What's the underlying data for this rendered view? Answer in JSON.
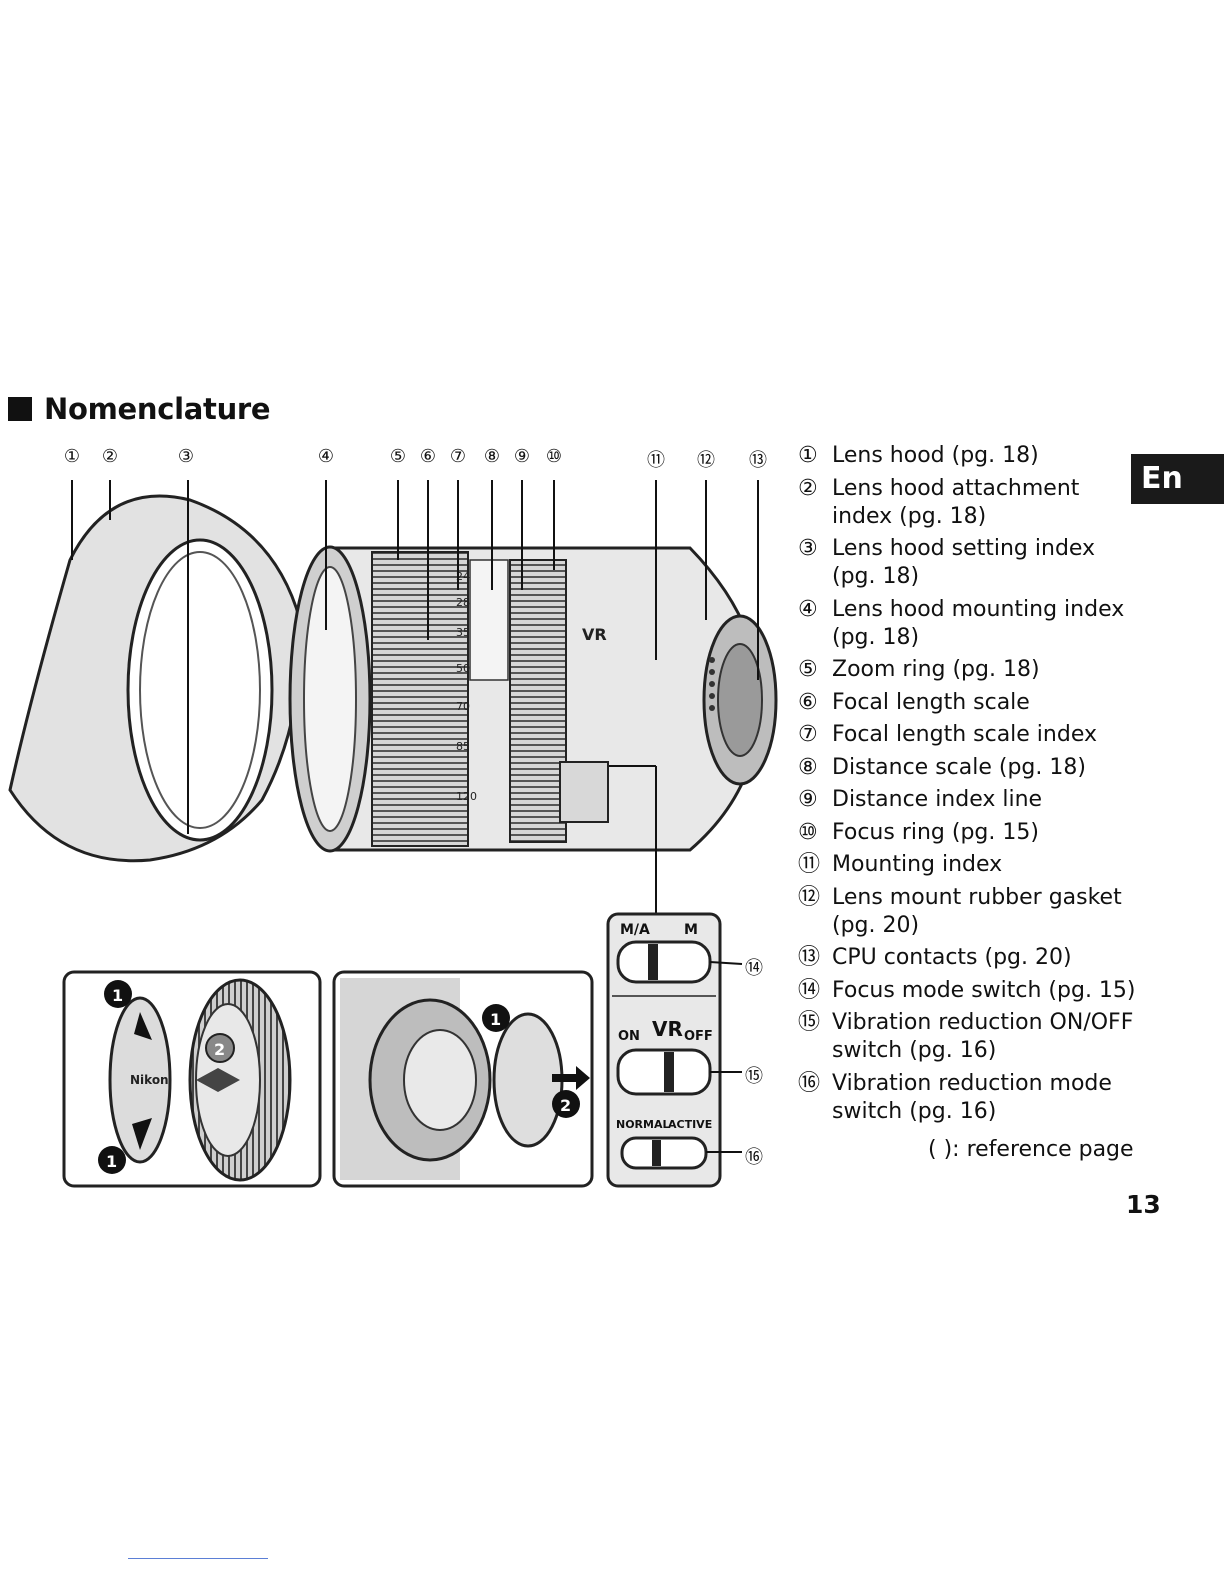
{
  "heading": "Nomenclature",
  "language_tab": "En",
  "callout_labels": [
    "①",
    "②",
    "③",
    "④",
    "⑤",
    "⑥",
    "⑦",
    "⑧",
    "⑨",
    "⑩",
    "⑪",
    "⑫",
    "⑬",
    "⑭",
    "⑮",
    "⑯"
  ],
  "figure": {
    "lens_labels": [
      "VR",
      "120",
      "85",
      "70",
      "50",
      "35",
      "28",
      "24"
    ],
    "switch_panel": {
      "focus_mode": [
        "M/A",
        "M"
      ],
      "vr_label": "VR",
      "vr_on_off": [
        "ON",
        "OFF"
      ],
      "vr_mode": [
        "NORMAL",
        "ACTIVE"
      ]
    },
    "cap_brand": "Nikon",
    "step_markers": [
      "1",
      "2"
    ]
  },
  "items": [
    {
      "num": "①",
      "text": "Lens hood (pg. 18)"
    },
    {
      "num": "②",
      "text": "Lens hood attachment index (pg. 18)"
    },
    {
      "num": "③",
      "text": "Lens hood setting index (pg. 18)"
    },
    {
      "num": "④",
      "text": "Lens hood mounting index (pg. 18)"
    },
    {
      "num": "⑤",
      "text": "Zoom ring (pg. 18)"
    },
    {
      "num": "⑥",
      "text": "Focal length scale"
    },
    {
      "num": "⑦",
      "text": "Focal length scale index"
    },
    {
      "num": "⑧",
      "text": "Distance scale (pg. 18)"
    },
    {
      "num": "⑨",
      "text": "Distance index line"
    },
    {
      "num": "⑩",
      "text": "Focus ring (pg. 15)"
    },
    {
      "num": "⑪",
      "text": "Mounting index"
    },
    {
      "num": "⑫",
      "text": "Lens mount rubber gasket (pg. 20)"
    },
    {
      "num": "⑬",
      "text": "CPU contacts (pg. 20)"
    },
    {
      "num": "⑭",
      "text": "Focus mode switch (pg. 15)"
    },
    {
      "num": "⑮",
      "text": "Vibration reduction ON/OFF switch (pg. 16)"
    },
    {
      "num": "⑯",
      "text": "Vibration reduction mode switch (pg. 16)"
    }
  ],
  "reference_note": "( ): reference page",
  "page_number": "13"
}
